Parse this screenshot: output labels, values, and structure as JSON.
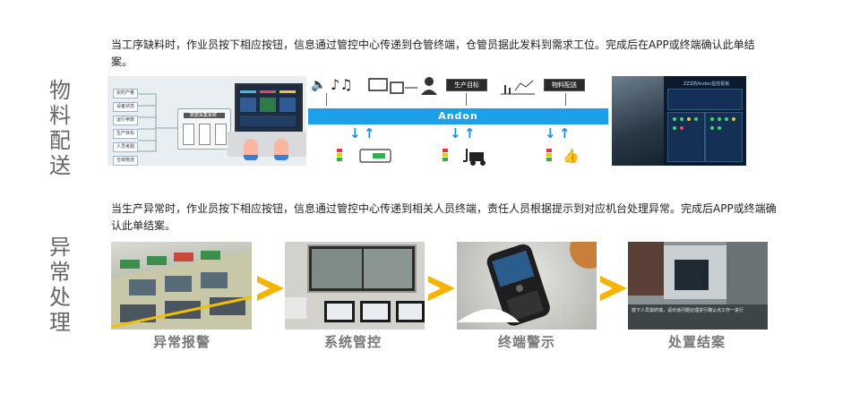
{
  "section1": {
    "title_chars": [
      "物",
      "料",
      "配",
      "送"
    ],
    "description": "当工序缺料时，作业员按下相应按钮，信息通过管控中心传递到仓管终端，仓管员据此发料到需求工位。完成后在APP或终端确认此单结案。",
    "andon_label": "Andon",
    "box_labels": [
      "生产目标",
      "物料配送"
    ],
    "side_labels": [
      "实时产量",
      "设备状态",
      "运行参数",
      "生产目标",
      "人员考勤",
      "仓库物流"
    ],
    "system_label": "数据采集系统",
    "screen_title": "ZZZ的Andon监控看板"
  },
  "section2": {
    "title_chars": [
      "异",
      "常",
      "处",
      "理"
    ],
    "description_line1": "当生产异常时，作业员按下相应按钮，信息通过管控中心传递到相关人员终端，责任人员根据提示到对应机台处理异常。完成后APP或终端确",
    "description_line2": "认此单结案。",
    "steps": [
      {
        "label": "异常报警",
        "icon": "factory-alarm-photo"
      },
      {
        "label": "系统管控",
        "icon": "control-room-photo"
      },
      {
        "label": "终端警示",
        "icon": "phone-terminal-photo"
      },
      {
        "label": "处置结案",
        "icon": "resolution-photo"
      }
    ],
    "overlay_text": "按下人员需终端，请对该问题处理进行确认点工作一进行"
  },
  "colors": {
    "andon_blue": "#1ea0e6",
    "arrow_blue": "#1f8de0",
    "chevron_yellow": "#f6b400",
    "caption_gray": "#777777"
  }
}
